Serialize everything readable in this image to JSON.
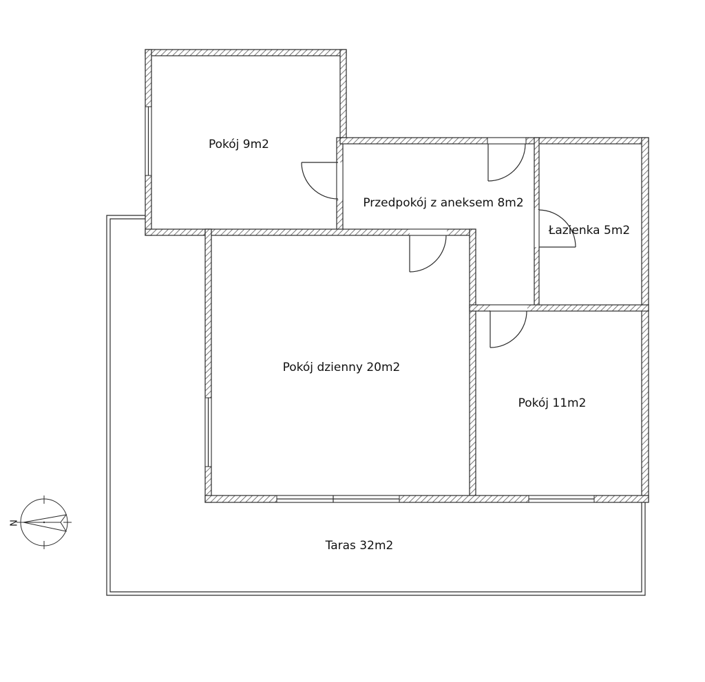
{
  "rooms": {
    "pokoj_9": "Pokój 9m2",
    "przedpokoj": "Przedpokój z aneksem 8m2",
    "lazienka": "Łazienka 5m2",
    "pokoj_dzienny": "Pokój dzienny 20m2",
    "pokoj_11": "Pokój 11m2",
    "taras": "Taras 32m2"
  },
  "compass": {
    "north_label": "N"
  },
  "colors": {
    "wall_stroke": "#2a2a2a",
    "hatch": "#555555",
    "background": "#ffffff"
  }
}
